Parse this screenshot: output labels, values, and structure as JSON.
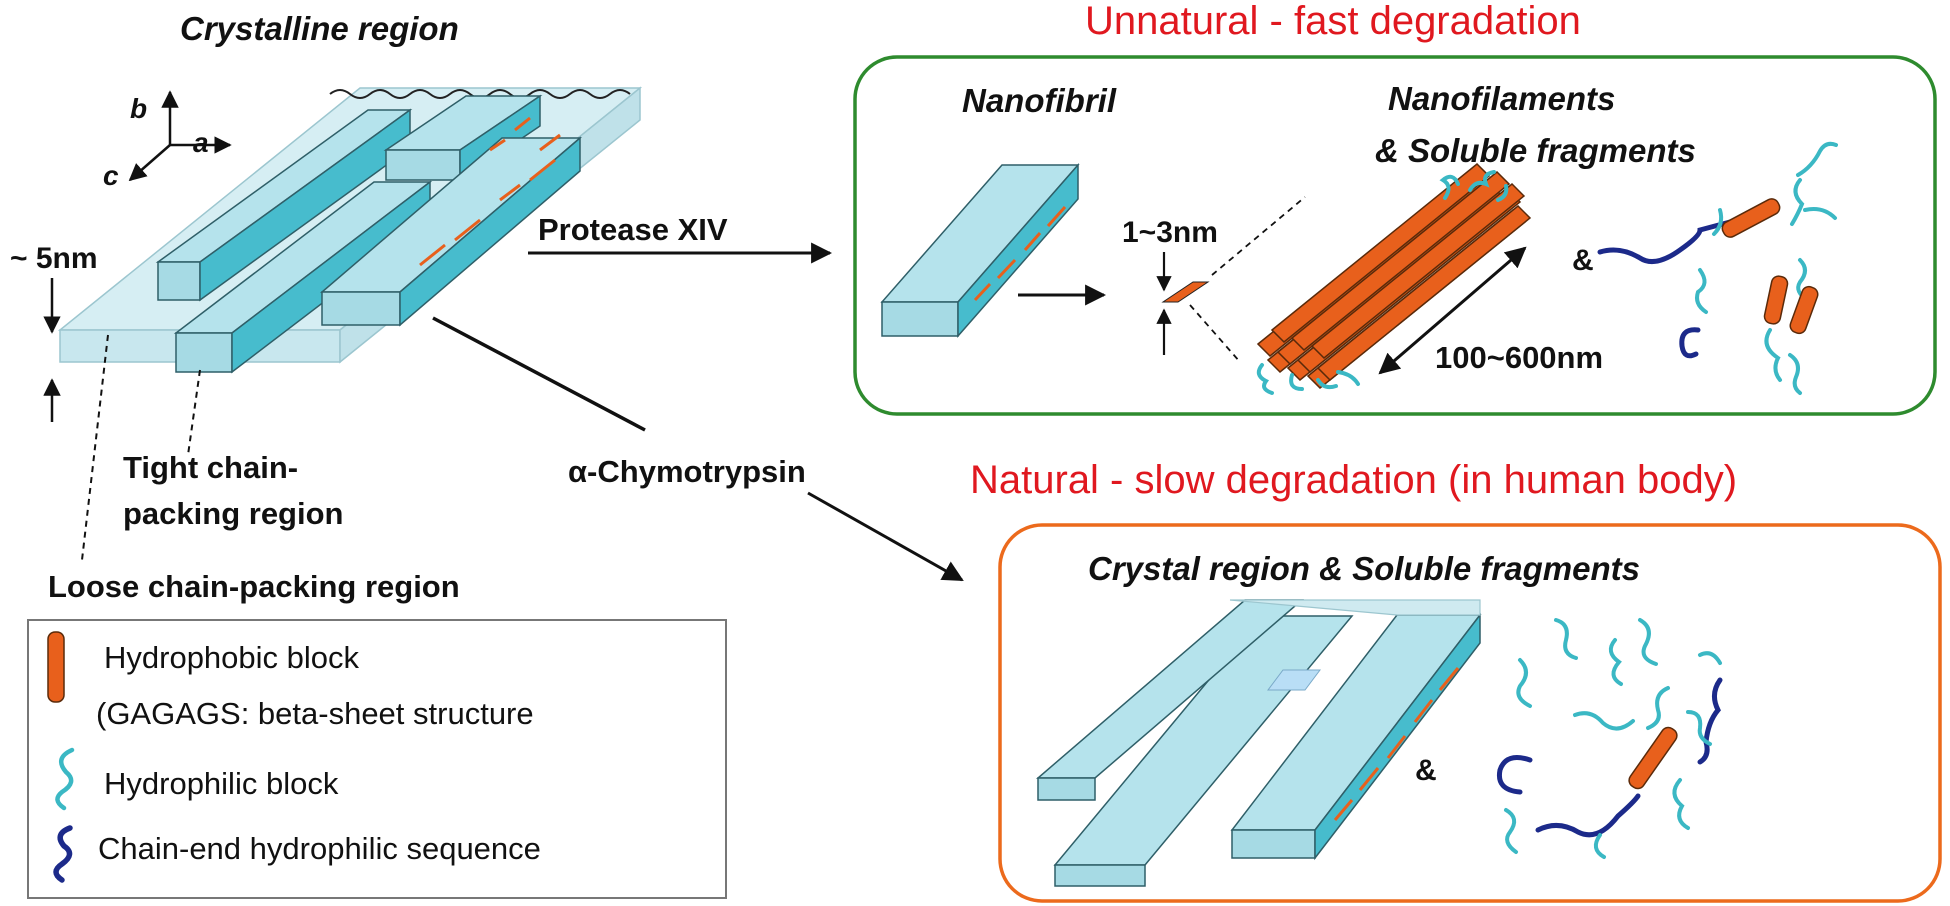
{
  "crystal": {
    "title": "Crystalline region",
    "axis_b": "b",
    "axis_a": "a",
    "axis_c": "c",
    "thickness": "~ 5nm",
    "tight_line1": "Tight chain-",
    "tight_line2": "packing region",
    "loose": "Loose chain-packing region"
  },
  "pathways": {
    "protease": "Protease XIV",
    "chymotrypsin": "α-Chymotrypsin"
  },
  "unnatural": {
    "heading": "Unnatural - fast degradation",
    "nanofibril": "Nanofibril",
    "nanofilaments_line1": "Nanofilaments",
    "nanofilaments_line2": "& Soluble fragments",
    "width": "1~3nm",
    "length": "100~600nm",
    "amp": "&"
  },
  "natural": {
    "heading": "Natural - slow degradation (in human body)",
    "box_title": "Crystal region & Soluble fragments",
    "amp": "&"
  },
  "legend": {
    "hydrophobic_line1": "Hydrophobic block",
    "hydrophobic_line2": "(GAGAGS: beta-sheet structure",
    "hydrophilic": "Hydrophilic block",
    "chain_end": "Chain-end hydrophilic sequence"
  },
  "colors": {
    "crystal_face": "#b5e3ec",
    "crystal_side": "#47bccd",
    "hydrophobic": "#e8601c",
    "hydrophilic": "#3bb8c4",
    "chain_end": "#1c2a8a",
    "heading_red": "#e0181f",
    "unnatural_border": "#2e8b2e",
    "natural_border": "#ec6a1c"
  }
}
